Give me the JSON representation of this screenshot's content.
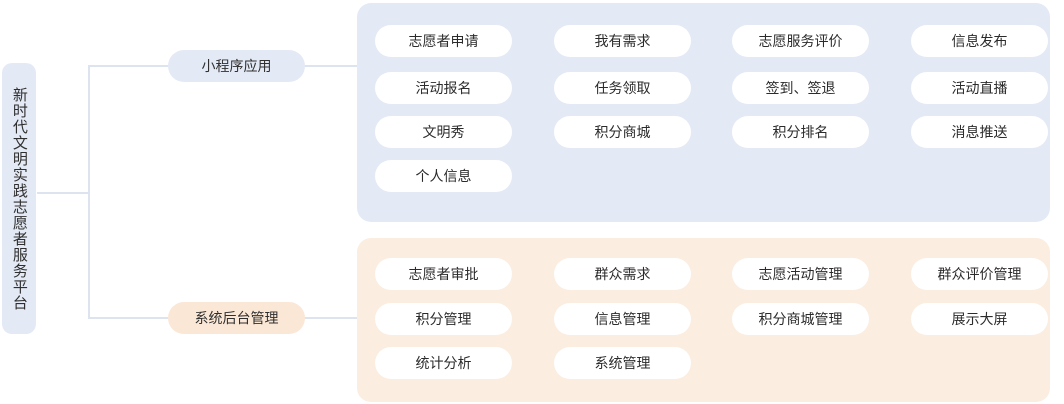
{
  "diagram": {
    "type": "mind-map",
    "root": {
      "label": "新时代文明实践志愿者服务平台",
      "color": "#e4eaf5",
      "orientation": "vertical"
    },
    "line_color": "#dde4f0",
    "branches": [
      {
        "label": "小程序应用",
        "node_color": "#e4eaf5",
        "panel_color": "#e4eaf5",
        "pill_color": "#ffffff",
        "columns": [
          [
            "志愿者申请",
            "活动报名",
            "文明秀",
            "个人信息"
          ],
          [
            "我有需求",
            "任务领取",
            "积分商城"
          ],
          [
            "志愿服务评价",
            "签到、签退",
            "积分排名"
          ],
          [
            "信息发布",
            "活动直播",
            "消息推送"
          ]
        ]
      },
      {
        "label": "系统后台管理",
        "node_color": "#fbe7d6",
        "panel_color": "#fbede0",
        "pill_color": "#ffffff",
        "columns": [
          [
            "志愿者审批",
            "积分管理",
            "统计分析"
          ],
          [
            "群众需求",
            "信息管理",
            "系统管理"
          ],
          [
            "志愿活动管理",
            "积分商城管理"
          ],
          [
            "群众评价管理",
            "展示大屏"
          ]
        ]
      }
    ]
  }
}
